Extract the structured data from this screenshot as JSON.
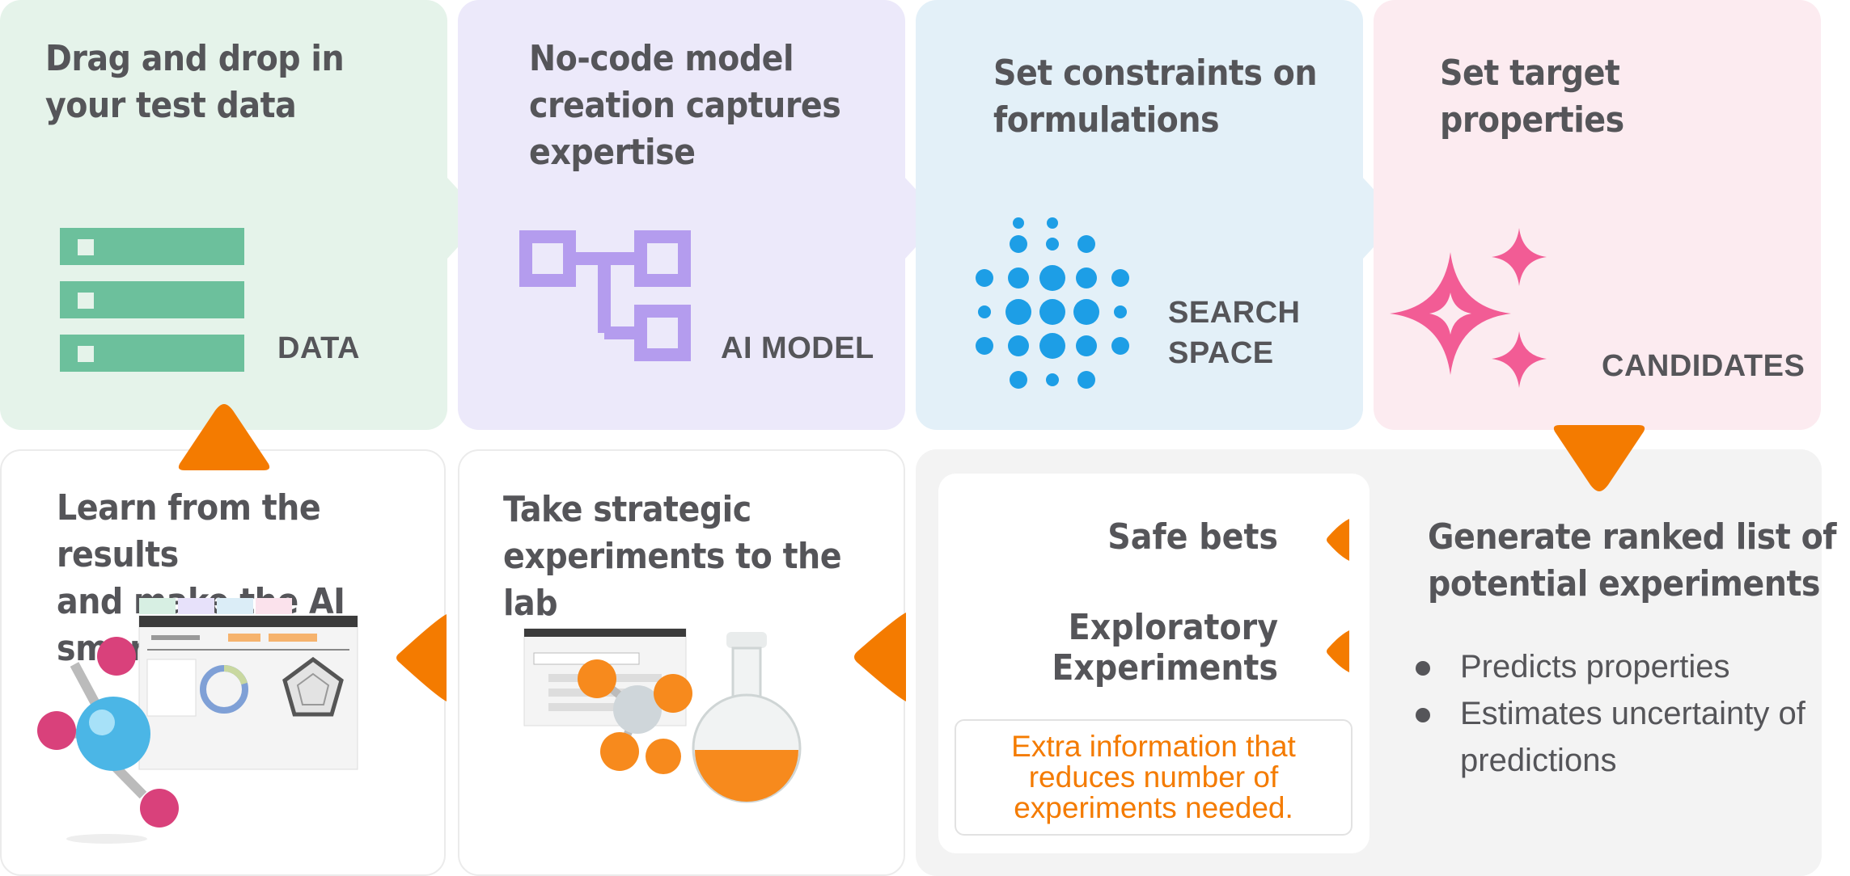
{
  "steps": {
    "data": {
      "title_line1": "Drag and drop in",
      "title_line2": "your test data",
      "label": "DATA"
    },
    "model": {
      "title_line1": "No-code model",
      "title_line2": "creation captures",
      "title_line3": "expertise",
      "label": "AI MODEL"
    },
    "space": {
      "title_line1": "Set constraints on",
      "title_line2": "formulations",
      "label_line1": "SEARCH",
      "label_line2": "SPACE"
    },
    "candidates": {
      "title_line1": "Set target",
      "title_line2": "properties",
      "label": "CANDIDATES"
    },
    "learn": {
      "title_line1": "Learn from the results",
      "title_line2": "and make the AI smarter"
    },
    "take": {
      "title_line1": "Take strategic",
      "title_line2": "experiments to the lab"
    },
    "generate": {
      "title_line1": "Generate ranked list of",
      "title_line2": "potential experiments",
      "bullets": [
        "Predicts properties",
        "Estimates uncertainty of predictions"
      ]
    },
    "options": {
      "safe_bets": "Safe bets",
      "exploratory_line1": "Exploratory",
      "exploratory_line2": "Experiments",
      "extra_info": "Extra information that reduces number of experiments needed."
    }
  },
  "colors": {
    "data_green": "#6cc09c",
    "model_purple": "#b49cee",
    "space_blue": "#1d9ee6",
    "candidate_pink": "#f25c95",
    "arrow_orange": "#f47b00",
    "text_gray": "#555559"
  }
}
